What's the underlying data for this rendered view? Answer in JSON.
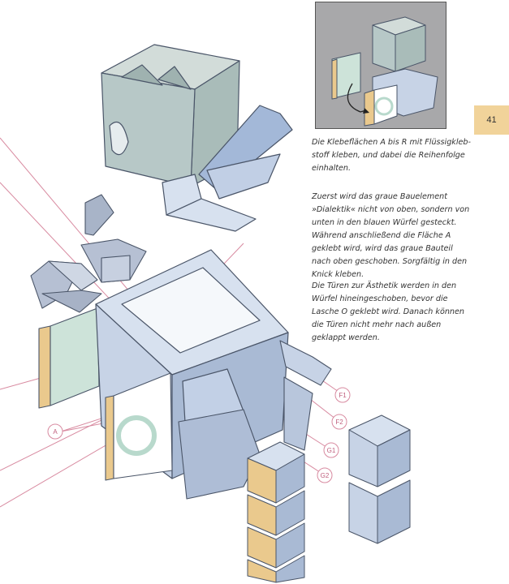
{
  "page": {
    "number": "41"
  },
  "text": {
    "p1": "Die  Klebeflächen A bis R mit Flüssigkleb-stoff kleben, und dabei die Reihenfolge einhalten.",
    "p2": "Zuerst wird das graue Bauelement »Dialektik« nicht von oben, sondern von unten in den blauen Würfel gesteckt. Während anschließend die Fläche A geklebt wird, wird das graue Bauteil nach oben geschoben. Sorgfältig in den Knick kleben.",
    "p3": "Die Türen zur Ästhetik werden in den Würfel hineingeschoben, bevor die Lasche O geklebt wird. Danach können die Türen nicht mehr nach außen geklappt werden."
  },
  "callouts": [
    "A",
    "F1",
    "F2",
    "G1",
    "G2"
  ],
  "colors": {
    "blue_part": "#c7d3e6",
    "grey_part": "#b7c8c7",
    "door_green": "#cde3d9",
    "edge_tan": "#eac98d",
    "callout_line": "#d88aa0",
    "page_tab": "#f1d39a"
  }
}
